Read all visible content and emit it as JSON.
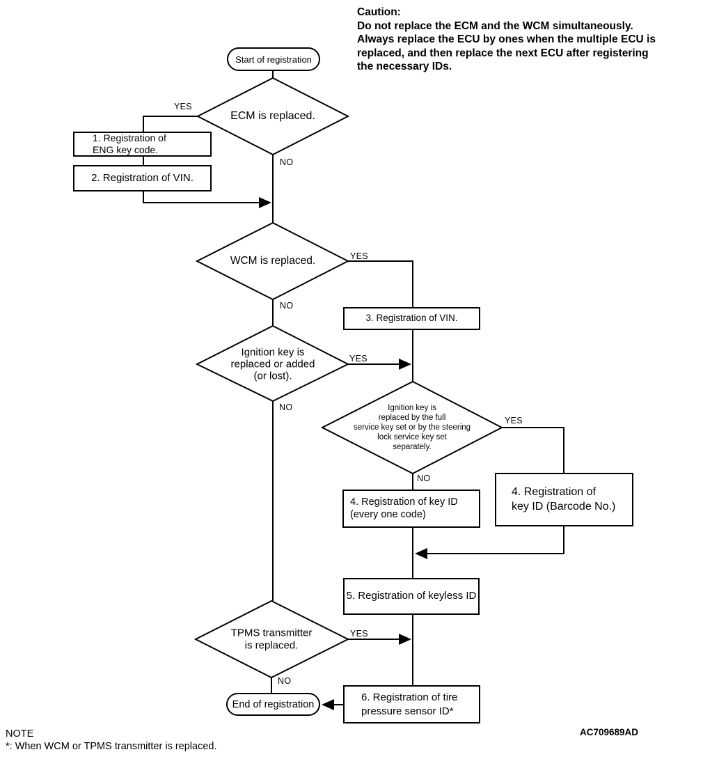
{
  "colors": {
    "line": "#000000",
    "background": "#ffffff",
    "text": "#000000"
  },
  "caution": {
    "title": "Caution:",
    "body": "Do not replace the ECM and the WCM simultaneously.\nAlways replace the ECU by ones when the multiple ECU is\nreplaced, and then replace the next ECU after registering\nthe necessary IDs."
  },
  "terminals": {
    "start": "Start of registration",
    "end": "End of registration"
  },
  "decisions": {
    "ecm": "ECM is replaced.",
    "wcm": "WCM is replaced.",
    "ignition_replaced": "Ignition key is\nreplaced or added\n(or lost).",
    "ignition_service_set": "Ignition key is\nreplaced by the full\nservice key set or by the steering\nlock service key set\nseparately.",
    "tpms": "TPMS transmitter\nis replaced."
  },
  "processes": {
    "step1": "1. Registration of\nENG key code.",
    "step2": "2. Registration of VIN.",
    "step3": "3. Registration of VIN.",
    "step4_every_code": "4. Registration of key ID\n(every one code)",
    "step4_barcode": "4. Registration of\nkey ID (Barcode No.)",
    "step5": "5. Registration of keyless ID",
    "step6": "6. Registration of tire\npressure sensor ID*"
  },
  "branch_labels": {
    "yes": "YES",
    "no": "NO"
  },
  "note": {
    "title": "NOTE",
    "body": "*: When WCM or TPMS transmitter is replaced."
  },
  "figure_code": "AC709689AD"
}
